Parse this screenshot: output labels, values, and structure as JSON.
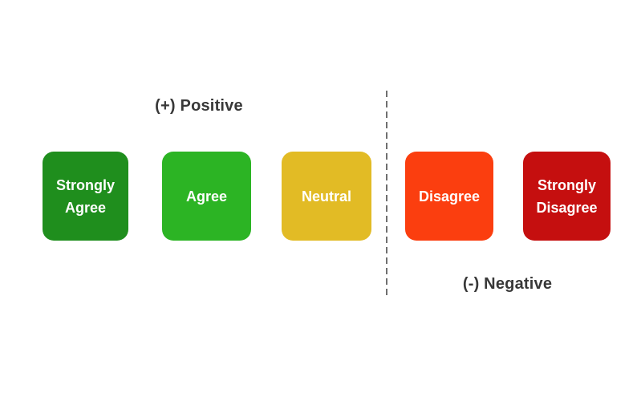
{
  "background": "#ffffff",
  "heading_color": "#383838",
  "sections": {
    "positive": {
      "label": "(+) Positive"
    },
    "negative": {
      "label": "(-) Negative"
    }
  },
  "divider": {
    "color": "#6f6f6f",
    "style": "dashed-vertical-line"
  },
  "scale_items": [
    {
      "label": "Strongly Agree",
      "color": "#1f8e1d",
      "text_color": "#ffffff"
    },
    {
      "label": "Agree",
      "color": "#2cb424",
      "text_color": "#ffffff"
    },
    {
      "label": "Neutral",
      "color": "#e2bb25",
      "text_color": "#ffffff"
    },
    {
      "label": "Disagree",
      "color": "#fb3e0f",
      "text_color": "#ffffff"
    },
    {
      "label": "Strongly Disagree",
      "color": "#c50f0f",
      "text_color": "#ffffff"
    }
  ]
}
